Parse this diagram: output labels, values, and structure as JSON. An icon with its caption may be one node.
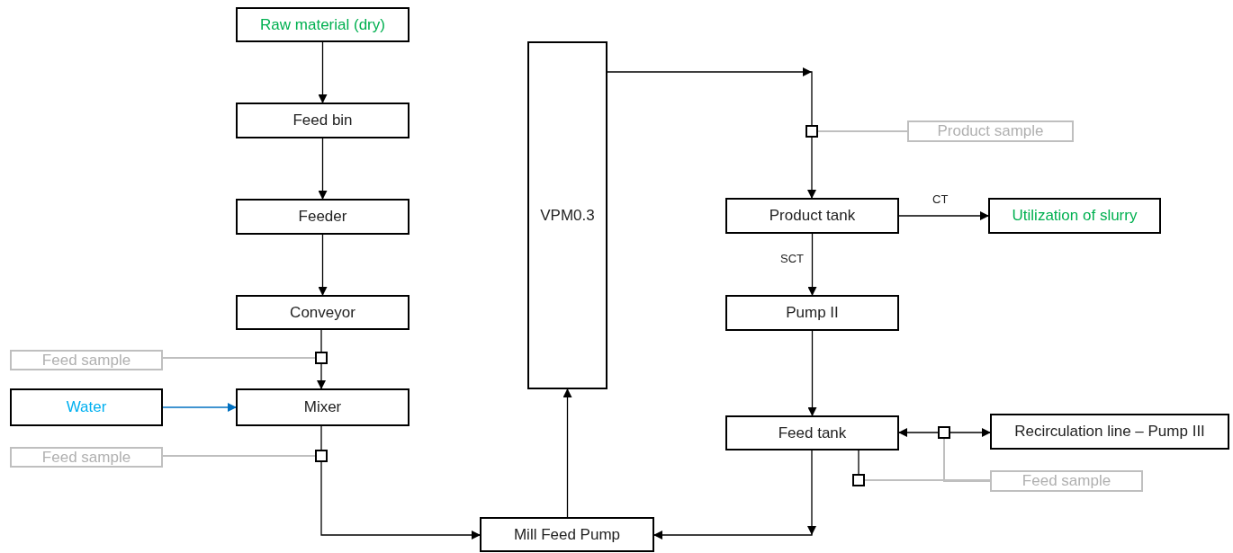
{
  "diagram": {
    "nodes": [
      {
        "text": [
          "Raw material (dry)"
        ]
      },
      {
        "text": [
          "Feed bin"
        ]
      },
      {
        "text": [
          "Feeder"
        ]
      },
      {
        "text": [
          "Conveyor"
        ]
      },
      {
        "text": [
          "Feed sample"
        ]
      },
      {
        "text": [
          "Water"
        ]
      },
      {
        "text": [
          "Mixer"
        ]
      },
      {
        "text": [
          "Feed sample"
        ]
      },
      {
        "text": [
          "Mill Feed Pump"
        ]
      },
      {
        "text": [
          "VPM0.3"
        ]
      },
      {
        "text": [
          "Product sample"
        ]
      },
      {
        "text": [
          "Product tank"
        ]
      },
      {
        "text": [
          "Utilization of slurry"
        ]
      },
      {
        "text": [
          "Pump II"
        ]
      },
      {
        "text": [
          "Feed tank"
        ]
      },
      {
        "text": [
          "Recirculation line – Pump III"
        ]
      },
      {
        "text": [
          "Feed sample"
        ]
      },
      {
        "text": [],
        "shape": "box"
      },
      {
        "text": [],
        "shape": "box"
      },
      {
        "text": [],
        "shape": "box"
      },
      {
        "text": [],
        "shape": "box"
      },
      {
        "text": [],
        "shape": "box"
      }
    ],
    "edges": [
      {
        "from": 0,
        "to": 1,
        "arrow": "to"
      },
      {
        "from": 1,
        "to": 2,
        "arrow": "to"
      },
      {
        "from": 2,
        "to": 3,
        "arrow": "to"
      },
      {
        "from": 3,
        "to": 17,
        "arrow": "none"
      },
      {
        "from": 17,
        "to": 6,
        "arrow": "to"
      },
      {
        "from": 5,
        "to": 6,
        "arrow": "to",
        "color": "#0070c0"
      },
      {
        "from": 6,
        "to": 18,
        "arrow": "none"
      },
      {
        "from": 18,
        "to": 8,
        "arrow": "to"
      },
      {
        "from": 8,
        "to": 9,
        "arrow": "to"
      },
      {
        "from": 9,
        "to": 19,
        "arrow": "to"
      },
      {
        "from": 19,
        "to": 11,
        "arrow": "to"
      },
      {
        "from": 11,
        "to": 12,
        "arrow": "to",
        "label": "CT"
      },
      {
        "from": 11,
        "to": 13,
        "arrow": "to",
        "label": "SCT"
      },
      {
        "from": 13,
        "to": 14,
        "arrow": "to"
      },
      {
        "from": 14,
        "to": 8,
        "arrow": "to"
      },
      {
        "from": 20,
        "to": 14,
        "arrow": "to"
      },
      {
        "from": 20,
        "to": 15,
        "arrow": "to"
      },
      {
        "from": 14,
        "to": 21,
        "arrow": "none"
      },
      {
        "from": 4,
        "to": 17,
        "arrow": "none",
        "color": "#bfbfbf"
      },
      {
        "from": 7,
        "to": 18,
        "arrow": "none",
        "color": "#bfbfbf"
      },
      {
        "from": 10,
        "to": 19,
        "arrow": "none",
        "color": "#bfbfbf"
      },
      {
        "from": 16,
        "to": 20,
        "arrow": "none",
        "color": "#bfbfbf"
      },
      {
        "from": 16,
        "to": 21,
        "arrow": "none",
        "color": "#bfbfbf"
      }
    ]
  }
}
